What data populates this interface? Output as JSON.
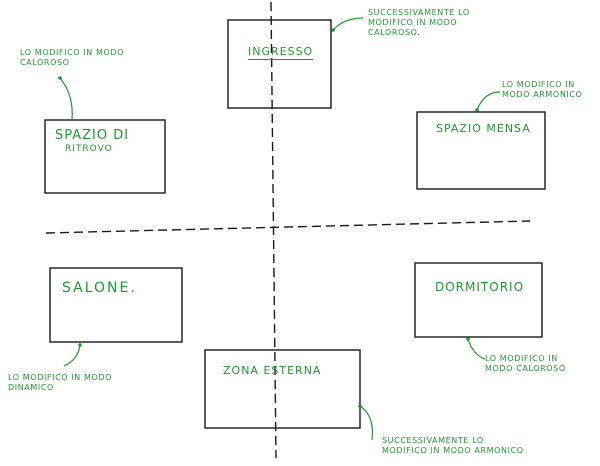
{
  "colors": {
    "ink": "#1a1a1a",
    "text": "#1f9a2e",
    "background": "#ffffff"
  },
  "rooms": {
    "ingresso": {
      "label": "Ingresso"
    },
    "spazio_ritrovo": {
      "line1": "Spazio di",
      "line2": "Ritrovo"
    },
    "spazio_mensa": {
      "label": "Spazio Mensa"
    },
    "salone": {
      "label": "Salone."
    },
    "dormitorio": {
      "label": "Dormitorio"
    },
    "zona_esterna": {
      "label": "Zona Esterna"
    }
  },
  "notes": {
    "ingresso": [
      "Successivamente lo",
      "modifico in modo",
      "caloroso."
    ],
    "spazio_ritrovo": [
      "lo modifico in modo",
      "caloroso"
    ],
    "spazio_mensa": [
      "lo modifico in",
      "modo armonico"
    ],
    "salone": [
      "lo modifico in modo",
      "dinamico"
    ],
    "dormitorio": [
      "lo modifico in",
      "modo caloroso"
    ],
    "zona_esterna": [
      "Successivamente lo",
      "modifico in modo armonico"
    ]
  }
}
